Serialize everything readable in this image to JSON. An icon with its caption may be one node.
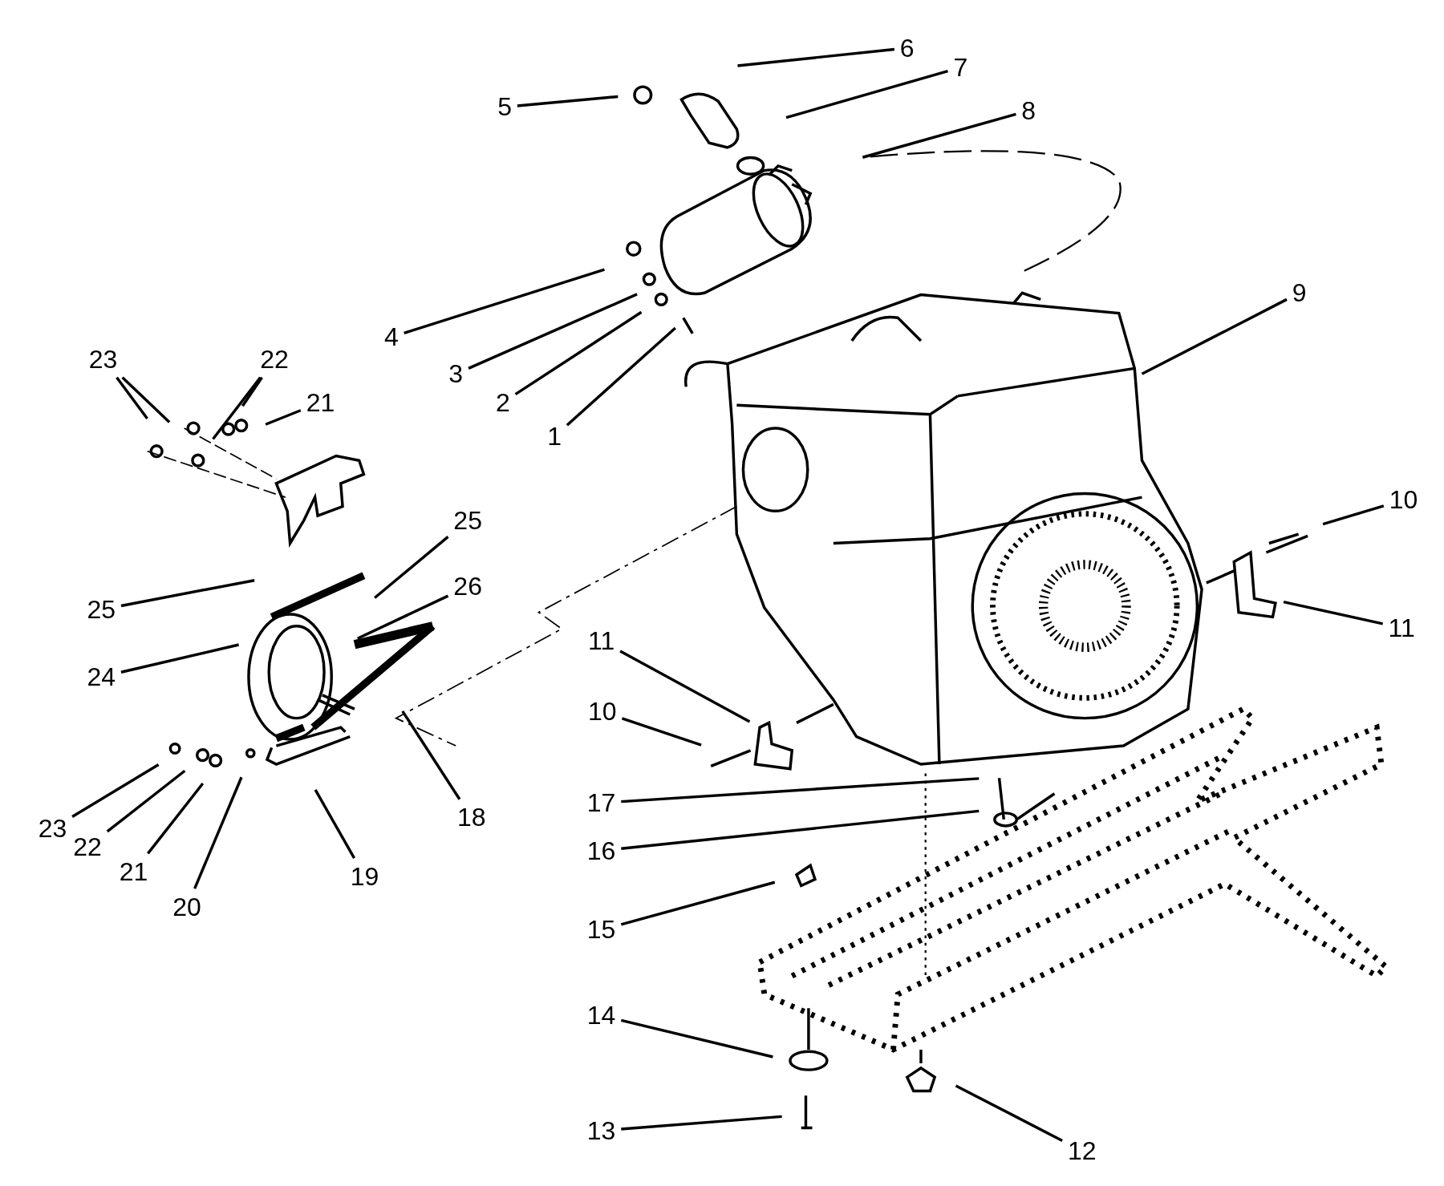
{
  "diagram": {
    "nodes": [
      {
        "text": [
          "6"
        ]
      },
      {
        "text": [
          "7"
        ]
      },
      {
        "text": [
          "5"
        ]
      },
      {
        "text": [
          "8"
        ]
      },
      {
        "text": [
          "9"
        ]
      },
      {
        "text": [
          "4"
        ]
      },
      {
        "text": [
          "3"
        ]
      },
      {
        "text": [
          "2"
        ]
      },
      {
        "text": [
          "1"
        ]
      },
      {
        "text": [
          "23"
        ]
      },
      {
        "text": [
          "22"
        ]
      },
      {
        "text": [
          "21"
        ]
      },
      {
        "text": [
          "25"
        ]
      },
      {
        "text": [
          "25"
        ]
      },
      {
        "text": [
          "26"
        ]
      },
      {
        "text": [
          "24"
        ]
      },
      {
        "text": [
          "18"
        ]
      },
      {
        "text": [
          "19"
        ]
      },
      {
        "text": [
          "20"
        ]
      },
      {
        "text": [
          "21"
        ]
      },
      {
        "text": [
          "22"
        ]
      },
      {
        "text": [
          "23"
        ]
      },
      {
        "text": [
          "10"
        ]
      },
      {
        "text": [
          "11"
        ]
      },
      {
        "text": [
          "11"
        ]
      },
      {
        "text": [
          "10"
        ]
      },
      {
        "text": [
          "17"
        ]
      },
      {
        "text": [
          "16"
        ]
      },
      {
        "text": [
          "15"
        ]
      },
      {
        "text": [
          "14"
        ]
      },
      {
        "text": [
          "13"
        ]
      },
      {
        "text": [
          "12"
        ]
      }
    ],
    "edges": [
      {
        "from": 0,
        "to": null,
        "arrow": "none"
      },
      {
        "from": 1,
        "to": null,
        "arrow": "none"
      },
      {
        "from": 2,
        "to": null,
        "arrow": "none"
      },
      {
        "from": 3,
        "to": null,
        "arrow": "none"
      },
      {
        "from": 4,
        "to": null,
        "arrow": "none"
      },
      {
        "from": 5,
        "to": null,
        "arrow": "none"
      },
      {
        "from": 6,
        "to": null,
        "arrow": "none"
      },
      {
        "from": 7,
        "to": null,
        "arrow": "none"
      },
      {
        "from": 8,
        "to": null,
        "arrow": "none"
      },
      {
        "from": 9,
        "to": null,
        "arrow": "none"
      },
      {
        "from": 9,
        "to": null,
        "arrow": "none"
      },
      {
        "from": 10,
        "to": null,
        "arrow": "none"
      },
      {
        "from": 10,
        "to": null,
        "arrow": "none"
      },
      {
        "from": 11,
        "to": null,
        "arrow": "none"
      },
      {
        "from": 12,
        "to": null,
        "arrow": "none"
      },
      {
        "from": 13,
        "to": null,
        "arrow": "none"
      },
      {
        "from": 14,
        "to": null,
        "arrow": "none"
      },
      {
        "from": 15,
        "to": null,
        "arrow": "none"
      },
      {
        "from": 16,
        "to": null,
        "arrow": "none"
      },
      {
        "from": 17,
        "to": null,
        "arrow": "none"
      },
      {
        "from": 18,
        "to": null,
        "arrow": "none"
      },
      {
        "from": 19,
        "to": null,
        "arrow": "none"
      },
      {
        "from": 20,
        "to": null,
        "arrow": "none"
      },
      {
        "from": 21,
        "to": null,
        "arrow": "none"
      },
      {
        "from": 22,
        "to": null,
        "arrow": "none"
      },
      {
        "from": 23,
        "to": null,
        "arrow": "none"
      },
      {
        "from": 24,
        "to": null,
        "arrow": "none"
      },
      {
        "from": 25,
        "to": null,
        "arrow": "none"
      },
      {
        "from": 26,
        "to": null,
        "arrow": "none"
      },
      {
        "from": 27,
        "to": null,
        "arrow": "none"
      },
      {
        "from": 28,
        "to": null,
        "arrow": "none"
      },
      {
        "from": 29,
        "to": null,
        "arrow": "none"
      },
      {
        "from": 30,
        "to": null,
        "arrow": "none"
      },
      {
        "from": 31,
        "to": null,
        "arrow": "none"
      }
    ]
  }
}
